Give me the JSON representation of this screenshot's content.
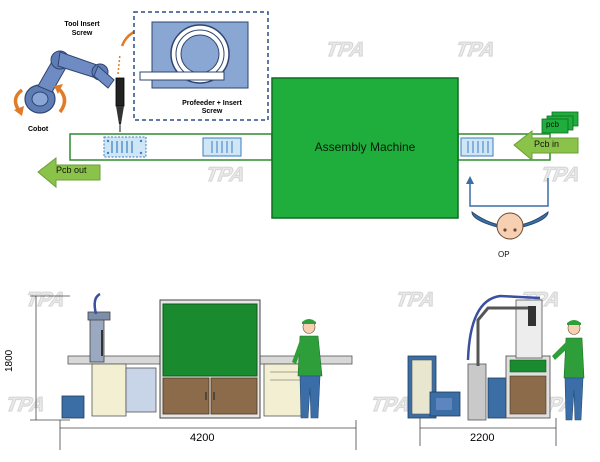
{
  "labels": {
    "tool_insert_screw": "Tool Insert Screw",
    "cobot": "Cobot",
    "profeeder": "Profeeder + Insert Screw",
    "assembly_machine": "Assembly Machine",
    "pcb_out": "Pcb out",
    "pcb_in": "Pcb in",
    "pcb_tag": "pcb",
    "op": "OP"
  },
  "dimensions": {
    "front_width": "4200",
    "height": "1800",
    "side_width": "2200"
  },
  "watermark": "TPA",
  "colors": {
    "machine_green": "#1fae3c",
    "arrow_green": "#7cb342",
    "conveyor_green": "#2e8b2e",
    "cobot_blue": "#6a86b8",
    "feeder_blue": "#8aa7d4",
    "rotation_orange": "#e07b2a",
    "cabinet_brown": "#8b6b4a",
    "operator_shirt": "#2e9e3a",
    "operator_pants": "#3b6ea8"
  },
  "icons": [
    "rotate-arrow-icon",
    "curved-arrow-icon",
    "left-arrow-icon",
    "up-arrow-icon"
  ]
}
